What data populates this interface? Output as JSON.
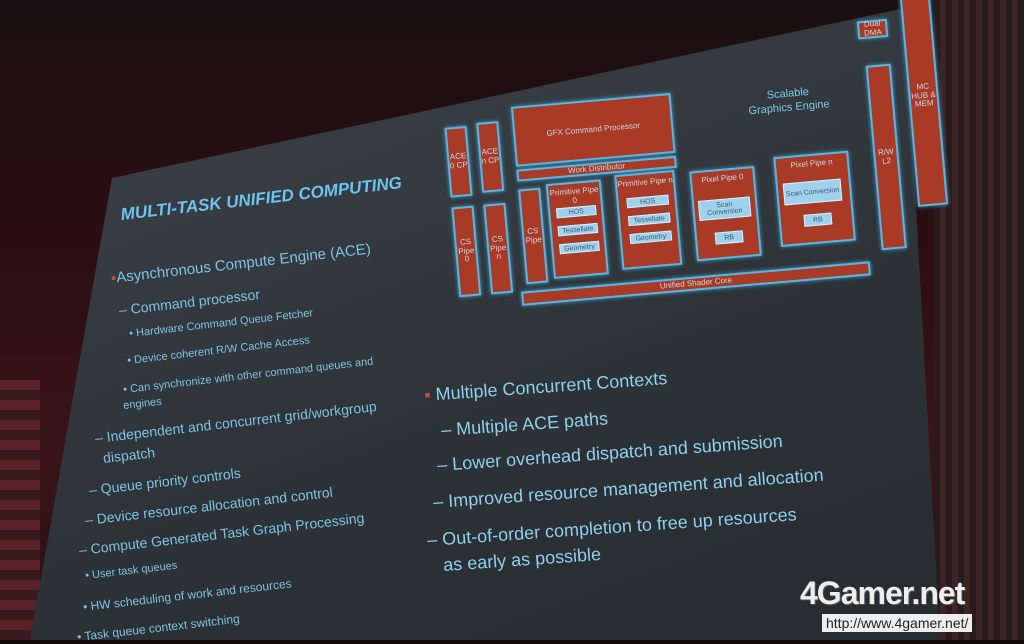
{
  "slide": {
    "title": "MULTI-TASK UNIFIED COMPUTING",
    "left_bullets": [
      "Asynchronous Compute Engine (ACE)",
      "– Command processor",
      "• Hardware Command Queue Fetcher",
      "• Device coherent R/W Cache Access",
      "• Can synchronize with other command queues and",
      "engines",
      "– Independent and concurrent grid/workgroup",
      "dispatch",
      "– Queue priority controls",
      "– Device resource allocation and control",
      "– Compute Generated Task Graph Processing",
      "• User task queues",
      "• HW scheduling of work and resources",
      "• Task queue context switching"
    ],
    "right_bullets": [
      "Multiple Concurrent Contexts",
      "– Multiple ACE paths",
      "– Lower overhead dispatch and submission",
      "– Improved resource management and allocation",
      "– Out-of-order completion to free up resources",
      "as early as possible"
    ],
    "diagram": {
      "ace0": "ACE 0 CP",
      "acen": "ACE n CP",
      "cs0": "CS Pipe 0",
      "csn": "CS Pipe n",
      "cs": "CS Pipe",
      "gfx": "GFX Command Processor",
      "work": "Work Distributor",
      "sge1": "Scalable",
      "sge2": "Graphics Engine",
      "prim0": "Primitive Pipe 0",
      "primn": "Primitive Pipe n",
      "hos": "HOS",
      "tess": "Tessellate",
      "geom": "Geometry",
      "pix0": "Pixel Pipe 0",
      "pixn": "Pixel Pipe n",
      "scan": "Scan Conversion",
      "rb": "RB",
      "usc": "Unified Shader Core",
      "dma": "Dual DMA",
      "l2": "R/W L2",
      "mc": "MC HUB & MEM"
    }
  },
  "watermark": {
    "logo": "4Gamer.net",
    "url": "http://www.4gamer.net/"
  }
}
